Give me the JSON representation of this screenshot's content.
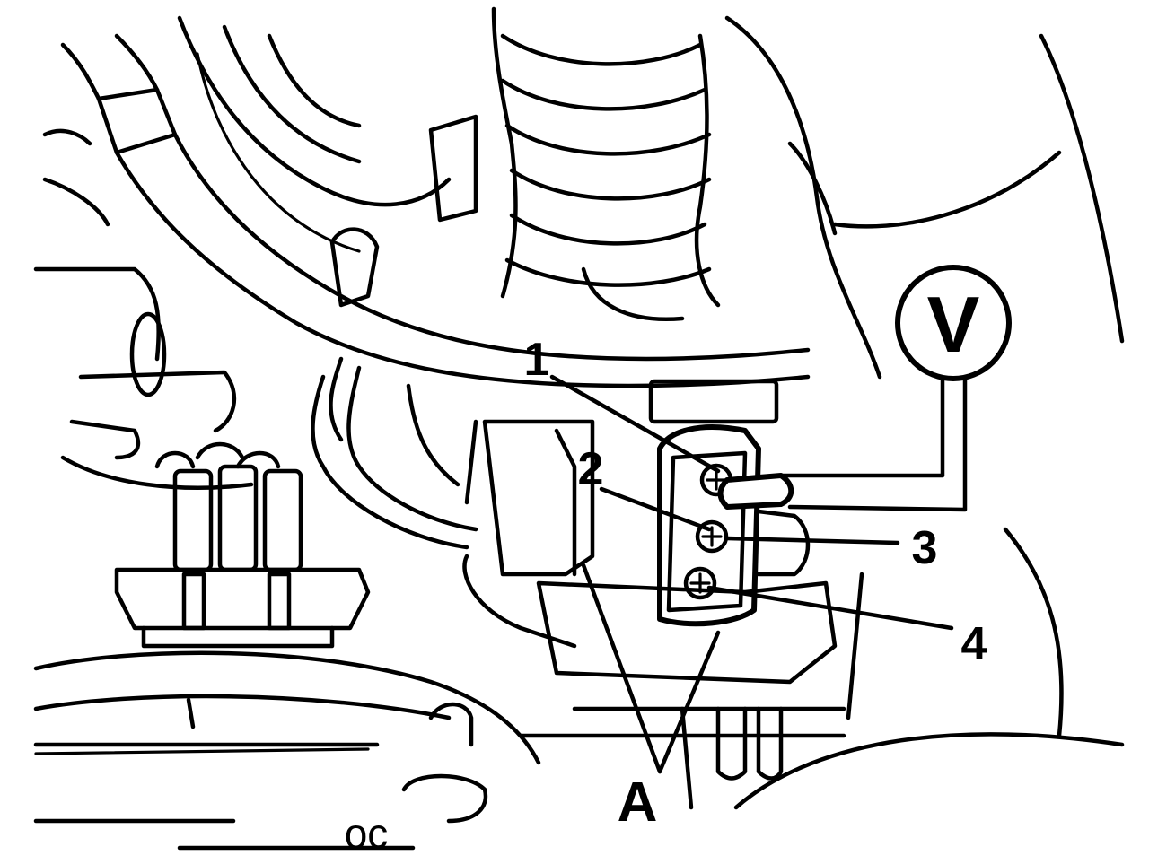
{
  "diagram": {
    "meter_symbol": "V",
    "terminals": [
      {
        "id": "t1",
        "label": "1"
      },
      {
        "id": "t2",
        "label": "2"
      },
      {
        "id": "t3",
        "label": "3"
      },
      {
        "id": "t4",
        "label": "4"
      }
    ],
    "part_label": "A",
    "fragment_text": "oc"
  }
}
